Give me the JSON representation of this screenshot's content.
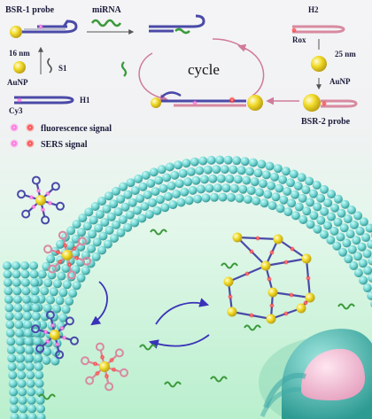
{
  "labels": {
    "bsr1": "BSR-1 probe",
    "mirna": "miRNA",
    "h2": "H2",
    "rox": "Rox",
    "nm16": "16 nm",
    "s1": "S1",
    "aunp1": "AuNP",
    "nm25": "25 nm",
    "aunp2": "AuNP",
    "cy3": "Cy3",
    "h1": "H1",
    "bsr2": "BSR-2 probe",
    "cycle": "cycle",
    "fluor": "fluorescence signal",
    "sers": "SERS signal"
  },
  "colors": {
    "gold": "#f2dc2a",
    "gold_edge": "#b89b12",
    "h1_strand": "#4a4aa8",
    "h2_strand": "#d88aa0",
    "mirna": "#3a9a3a",
    "fluor_glow": "#e040c0",
    "sers_glow": "#e03030",
    "membrane": "#6fd3d0",
    "membrane_shade": "#3fa9a6",
    "bg_top": "#f4f4f6",
    "bg_bottom": "#c8f2d8",
    "arrow": "#3a32b8",
    "cycle_arrow": "#d07a9a"
  }
}
